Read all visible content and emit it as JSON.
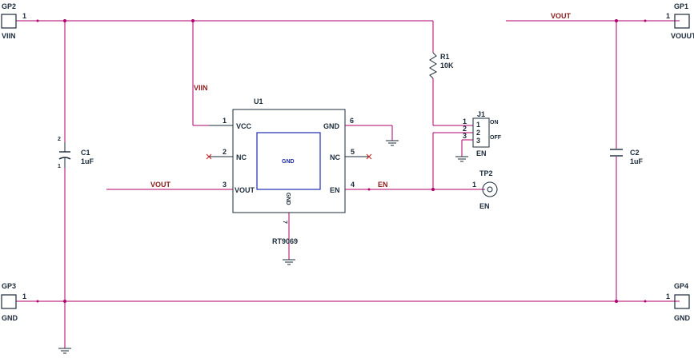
{
  "colors": {
    "wire": "#b0006e",
    "body": "#1a2a3a",
    "blue": "#1e2bb0",
    "net_label": "#8b1a1a",
    "noconnect": "#c01b1b"
  },
  "gp2": {
    "ref": "GP2",
    "pin": "1",
    "name": "VIIN"
  },
  "gp1": {
    "ref": "GP1",
    "pin": "1",
    "name": "VOUUT"
  },
  "gp3": {
    "ref": "GP3",
    "pin": "1",
    "name": "GND"
  },
  "gp4": {
    "ref": "GP4",
    "pin": "1",
    "name": "GND"
  },
  "net_labels": {
    "vin": "VIIN",
    "vout_top": "VOUT",
    "vout_left": "VOUT",
    "en": "EN"
  },
  "c1": {
    "ref": "C1",
    "value": "1uF",
    "pin1": "1",
    "pin2": "2"
  },
  "c2": {
    "ref": "C2",
    "value": "1uF"
  },
  "r1": {
    "ref": "R1",
    "value": "10K"
  },
  "u1": {
    "ref": "U1",
    "part": "RT9069",
    "pad_label": "GND",
    "bottom_pin_name": "GND",
    "bottom_pin_num": "7",
    "pins": {
      "vcc": {
        "num": "1",
        "name": "VCC"
      },
      "nc_left": {
        "num": "2",
        "name": "NC"
      },
      "vout": {
        "num": "3",
        "name": "VOUT"
      },
      "gnd": {
        "num": "6",
        "name": "GND"
      },
      "nc_right": {
        "num": "5",
        "name": "NC"
      },
      "en": {
        "num": "4",
        "name": "EN"
      }
    }
  },
  "j1": {
    "ref": "J1",
    "name": "EN",
    "pins": [
      "1",
      "2",
      "3"
    ],
    "side_text_top": "ON",
    "side_text_bottom": "OFF"
  },
  "tp2": {
    "ref": "TP2",
    "pin": "1",
    "name": "EN"
  }
}
